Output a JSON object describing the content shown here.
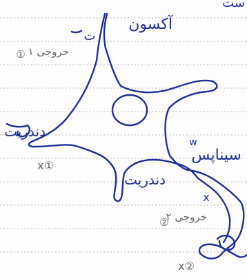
{
  "annotations": {
    "top_fragment": "ست",
    "axon_label": "آکسون",
    "output_label_1": "خروجی ۱",
    "output_marker_1": "①",
    "dendrite_label_1": "دندریت",
    "input_marker_1": "x①",
    "synapse_label": "سیناپس",
    "synapse_mark": "w",
    "dendrite_label_2": "دندریت",
    "output_label_2": "خروجی ۲",
    "output_marker_2": "②",
    "input_marker_2": "x②",
    "mark_t": "ت",
    "mark_x": "x"
  },
  "colors": {
    "ink_blue": "#1f2f9c",
    "ink_gray": "#666666",
    "paper": "#fdfdfd",
    "rule": "#b9b9b9"
  }
}
